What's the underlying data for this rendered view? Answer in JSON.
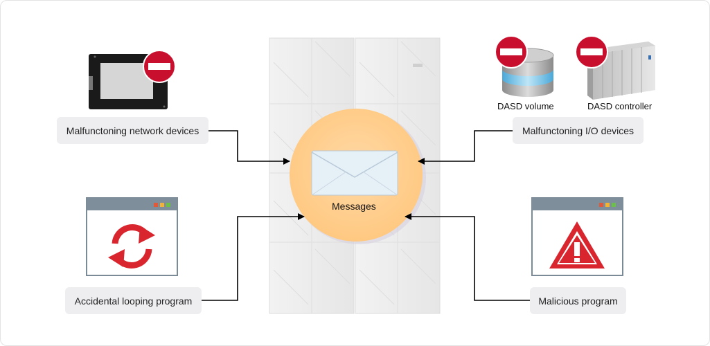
{
  "center": {
    "label": "Messages"
  },
  "sources": {
    "network": {
      "label": "Malfunctoning network devices",
      "icon": "ssd-drive-icon"
    },
    "io": {
      "label": "Malfunctoning I/O devices"
    },
    "looping": {
      "label": "Accidental looping program",
      "icon": "refresh-arrows-icon"
    },
    "malicious": {
      "label": "Malicious program",
      "icon": "warning-triangle-icon"
    }
  },
  "io_devices": [
    {
      "label": "DASD volume",
      "icon": "disk-cylinder-icon"
    },
    {
      "label": "DASD controller",
      "icon": "storage-rack-icon"
    }
  ],
  "colors": {
    "stop_red": "#c8102e",
    "warning_red": "#d9262e",
    "circle_fill": "#ffcc8a",
    "label_bg": "#eeeef1",
    "arrow": "#000000"
  }
}
